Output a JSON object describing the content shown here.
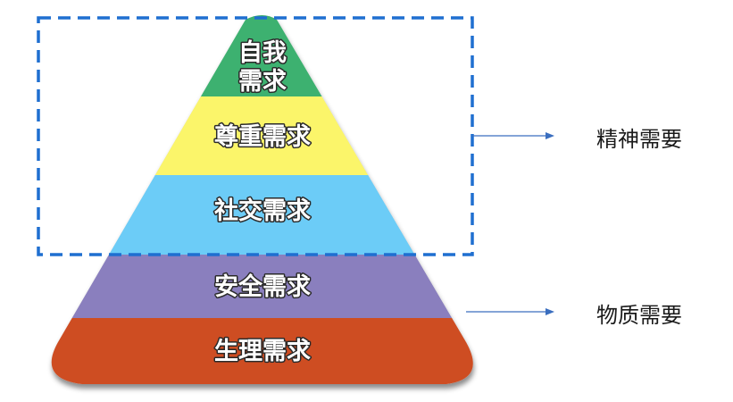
{
  "tiers": [
    {
      "label_line1": "自我",
      "label_line2": "需求",
      "color": "#3DB16F"
    },
    {
      "label": "尊重需求",
      "color": "#FBF56A"
    },
    {
      "label": "社交需求",
      "color": "#6CCCF7"
    },
    {
      "label": "安全需求",
      "color": "#8A7FBE"
    },
    {
      "label": "生理需求",
      "color": "#CE4D23"
    }
  ],
  "groups": [
    {
      "label": "精神需要"
    },
    {
      "label": "物质需要"
    }
  ],
  "colors": {
    "dashed_box": "#1F6FD0",
    "arrow": "#3A6EBF"
  }
}
